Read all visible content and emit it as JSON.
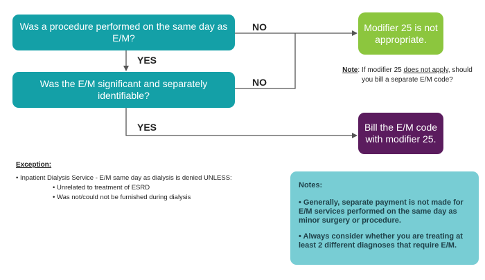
{
  "flow": {
    "question_1": "Was a procedure performed on the same day as E/M?",
    "question_2": "Was the E/M significant and separately identifiable?",
    "result_no": "Modifier 25 is not appropriate.",
    "result_yes": "Bill the E/M code with modifier 25.",
    "label_no_1": "NO",
    "label_no_2": "NO",
    "label_yes_1": "YES",
    "label_yes_2": "YES"
  },
  "note": {
    "label": "Note",
    "text_before": ": If modifier 25 ",
    "underlined": "does not apply",
    "text_after": ", should you bill a separate E/M code?"
  },
  "exception": {
    "title": "Exception:",
    "main": "• Inpatient Dialysis Service - E/M same day as dialysis is denied UNLESS:",
    "sub_items": [
      "• Unrelated to treatment of ESRD",
      "• Was not/could not be furnished during dialysis"
    ]
  },
  "notes": {
    "title": "Notes:",
    "items": [
      "• Generally, separate payment is not made for E/M services performed on the same day as minor surgery or procedure.",
      "• Always consider whether you are treating at least 2 different diagnoses that require E/M."
    ]
  },
  "colors": {
    "question_box": "#14a0a7",
    "result_no_box": "#8cc63e",
    "result_yes_box": "#5b1c5e",
    "notes_box": "#78cdd4",
    "connector": "#555555"
  }
}
